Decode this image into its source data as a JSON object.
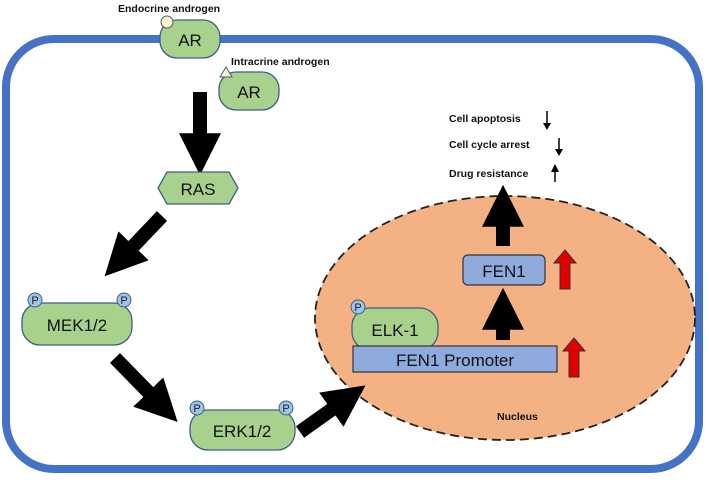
{
  "colors": {
    "membrane": "#4472c4",
    "protein": "#a9d18e",
    "promoter": "#8faadc",
    "nucleus": "#f4b183",
    "up_arrow": "#e00000",
    "ligand": "#fff2cc"
  },
  "labels": {
    "endocrine": "Endocrine androgen",
    "intracrine": "Intracrine androgen",
    "ar1": "AR",
    "ar2": "AR",
    "ras": "RAS",
    "mek": "MEK1/2",
    "erk": "ERK1/2",
    "elk": "ELK-1",
    "promoter": "FEN1 Promoter",
    "fen1": "FEN1",
    "nucleus": "Nucleus",
    "phospho": "P"
  },
  "outcomes": [
    {
      "text": "Cell apoptosis",
      "direction": "down"
    },
    {
      "text": "Cell cycle arrest",
      "direction": "down"
    },
    {
      "text": "Drug resistance",
      "direction": "up"
    }
  ]
}
